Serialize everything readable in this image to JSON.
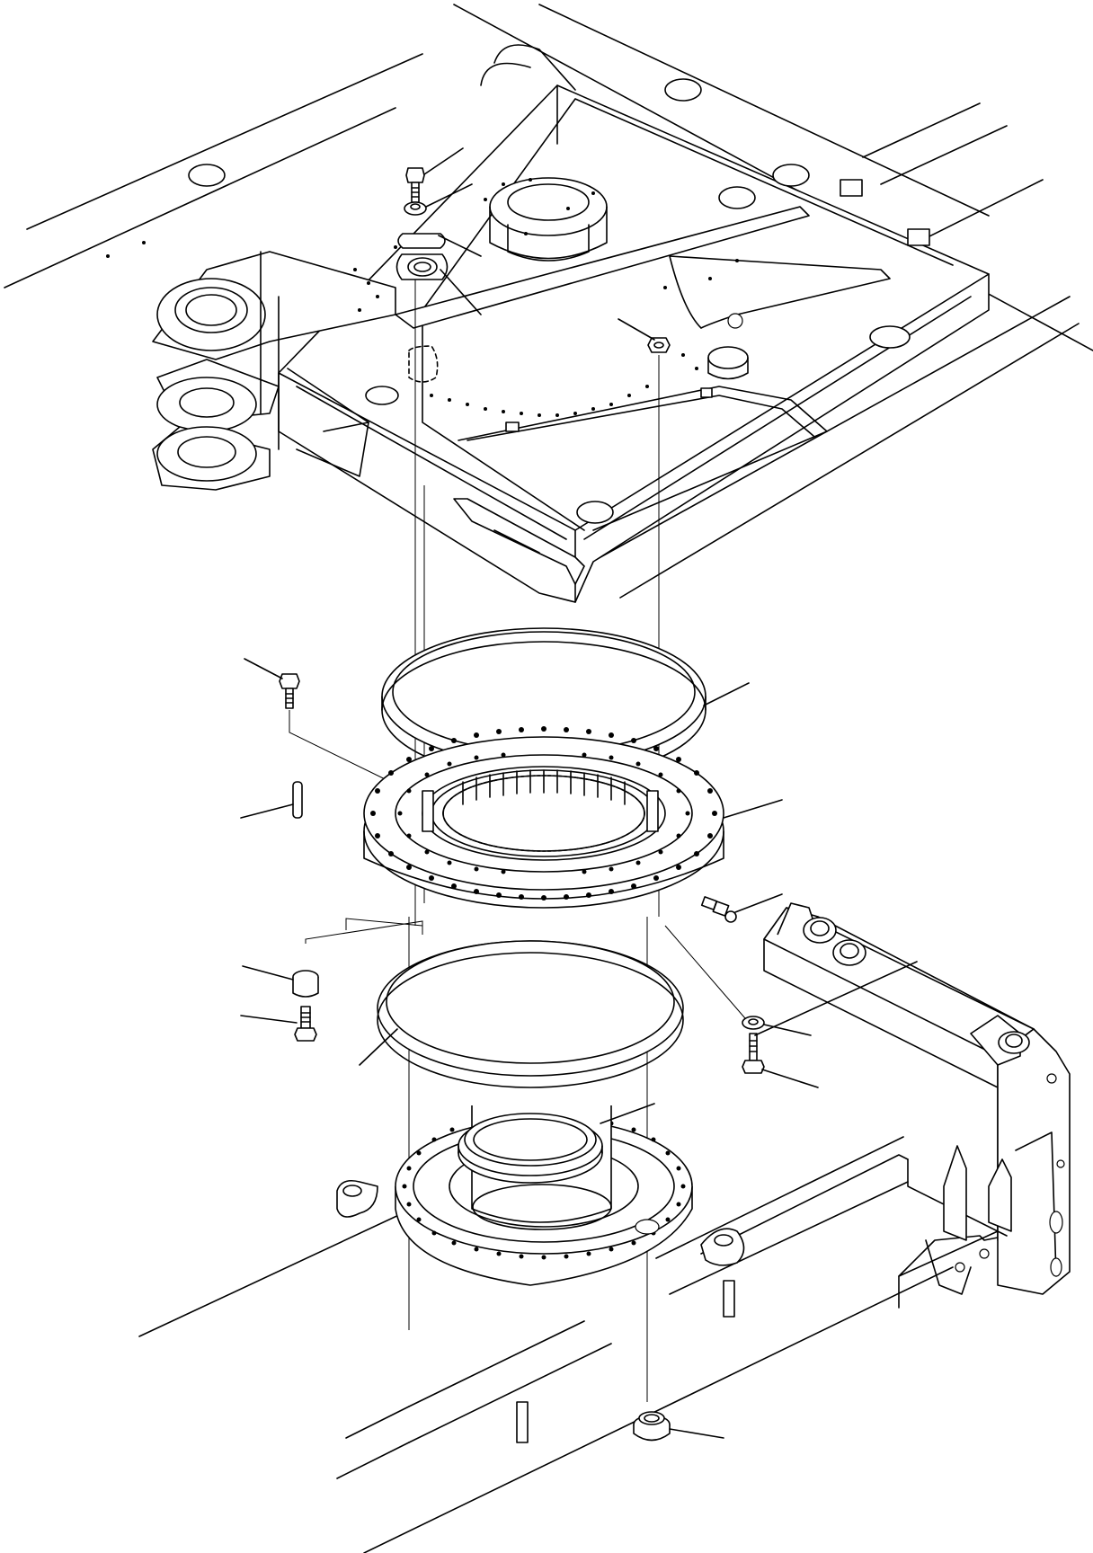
{
  "drawing": {
    "kind": "exploded-parts-diagram",
    "background": "#ffffff",
    "line_color": "#000000",
    "leaders": [
      {
        "name": "leader-bolt-top"
      },
      {
        "name": "leader-washer-top"
      },
      {
        "name": "leader-plate-top"
      },
      {
        "name": "leader-cover-flange"
      },
      {
        "name": "leader-nut-frame"
      },
      {
        "name": "leader-bolt-left"
      },
      {
        "name": "leader-dowel-pin"
      },
      {
        "name": "leader-seal-ring-upper"
      },
      {
        "name": "leader-swing-circle"
      },
      {
        "name": "leader-grease-fitting"
      },
      {
        "name": "leader-spacer-left"
      },
      {
        "name": "leader-bolt-lower-left"
      },
      {
        "name": "leader-seal-ring-lower"
      },
      {
        "name": "leader-washer-right"
      },
      {
        "name": "leader-bolt-right"
      },
      {
        "name": "leader-center-seal"
      },
      {
        "name": "leader-bottom-plug"
      }
    ]
  }
}
